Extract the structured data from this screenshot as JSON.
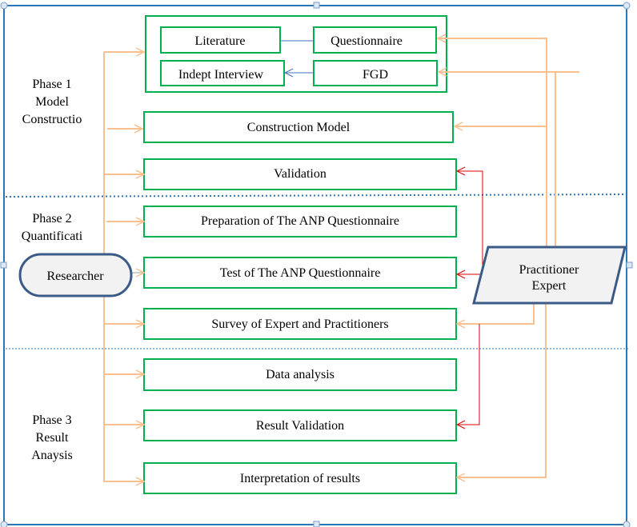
{
  "phases": {
    "phase1": [
      "Phase 1",
      "Model",
      "Constructio"
    ],
    "phase2": [
      "Phase 2",
      "Quantificati"
    ],
    "phase3": [
      "Phase 3",
      "Result",
      "Anaysis"
    ]
  },
  "sources": {
    "literature": "Literature",
    "questionnaire": "Questionnaire",
    "interview": "Indept Interview",
    "fgd": "FGD"
  },
  "steps": [
    "Construction Model",
    "Validation",
    "Preparation  of The ANP Questionnaire",
    "Test of The ANP Questionnaire",
    "Survey of Expert and Practitioners",
    "Data analysis",
    "Result Validation",
    "Interpretation  of results"
  ],
  "actors": {
    "researcher": "Researcher",
    "practitioner": [
      "Practitioner",
      "Expert"
    ]
  },
  "colors": {
    "box_border": "#00b050",
    "researcher_arrows": "#fac090",
    "feedback_arrows": "#e00000",
    "frame": "#2e75b6",
    "shape_fill": "#f2f2f2",
    "shape_border": "#3b5a86"
  }
}
